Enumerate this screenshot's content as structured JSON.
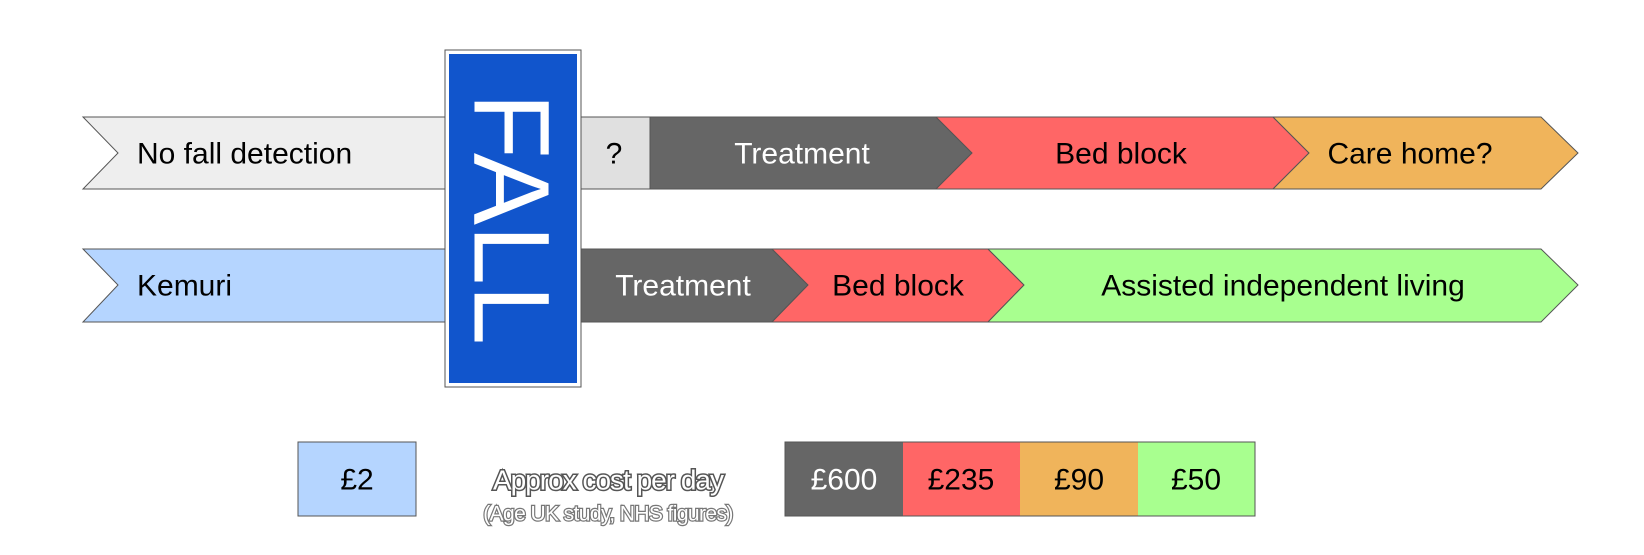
{
  "colors": {
    "no_detection": "#eeeeee",
    "kemuri": "#b5d5ff",
    "unknown": "#e0e0e0",
    "treatment": "#666666",
    "bed_block": "#ff6666",
    "care_home": "#f0b45b",
    "assisted_living": "#a8ff8f",
    "fall": "#1155cc",
    "fall_text": "#ffffff",
    "outline": "#555555"
  },
  "rows": {
    "no_detection": {
      "label": "No fall detection",
      "unknown_label": "?",
      "treatment_label": "Treatment",
      "bed_block_label": "Bed block",
      "care_home_label": "Care home?"
    },
    "kemuri": {
      "label": "Kemuri",
      "treatment_label": "Treatment",
      "bed_block_label": "Bed block",
      "assisted_label": "Assisted independent living"
    }
  },
  "fall": {
    "label": "FALL"
  },
  "legend": {
    "kemuri_cost": "£2",
    "caption_main": "Approx cost per day",
    "caption_sub": "(Age UK study, NHS figures)",
    "treatment_cost": "£600",
    "bed_block_cost": "£235",
    "care_home_cost": "£90",
    "assisted_cost": "£50"
  }
}
